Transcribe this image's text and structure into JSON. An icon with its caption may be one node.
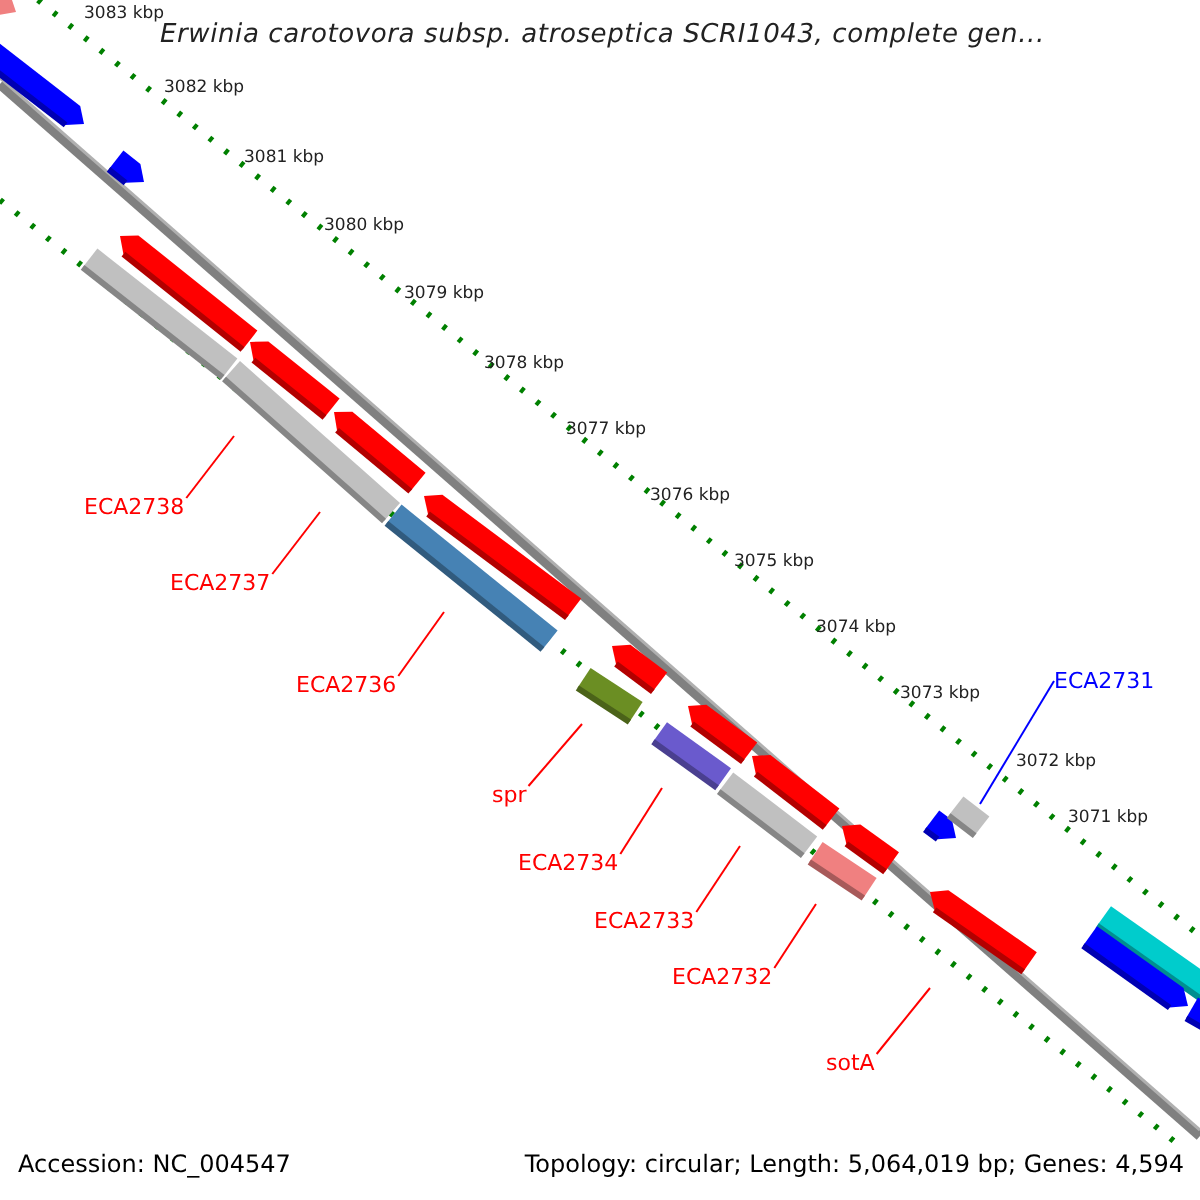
{
  "diagram": {
    "title": "Erwinia carotovora subsp. atroseptica SCRI1043, complete gen...",
    "nodes": [
      {
        "text": [
          "ECA2738"
        ]
      },
      {
        "text": [
          "ECA2737"
        ]
      },
      {
        "text": [
          "ECA2736"
        ]
      },
      {
        "text": [
          "spr"
        ]
      },
      {
        "text": [
          "ECA2734"
        ]
      },
      {
        "text": [
          "ECA2733"
        ]
      },
      {
        "text": [
          "ECA2732"
        ]
      },
      {
        "text": [
          "sotA"
        ]
      },
      {
        "text": [
          "ECA2731"
        ]
      },
      {
        "text": [],
        "shape": "bar"
      }
    ],
    "edges": [
      {
        "from": 0,
        "to": null,
        "arrow": "none"
      },
      {
        "from": 1,
        "to": null,
        "arrow": "none"
      },
      {
        "from": 2,
        "to": null,
        "arrow": "none"
      },
      {
        "from": 3,
        "to": null,
        "arrow": "none"
      },
      {
        "from": 4,
        "to": null,
        "arrow": "none"
      },
      {
        "from": 5,
        "to": null,
        "arrow": "none"
      },
      {
        "from": 6,
        "to": null,
        "arrow": "none"
      },
      {
        "from": 7,
        "to": null,
        "arrow": "none"
      },
      {
        "from": 8,
        "to": 9,
        "arrow": "none",
        "color": "#0000ff"
      }
    ],
    "labels": [
      "3083 kbp",
      "3082 kbp",
      "3081 kbp",
      "3080 kbp",
      "3079 kbp",
      "3078 kbp",
      "3077 kbp",
      "3076 kbp",
      "3075 kbp",
      "3074 kbp",
      "3073 kbp",
      "3072 kbp",
      "3071 kbp",
      "Accession: NC_004547",
      "Topology: circular; Length: 5,064,019 bp; Genes: 4,594"
    ]
  }
}
